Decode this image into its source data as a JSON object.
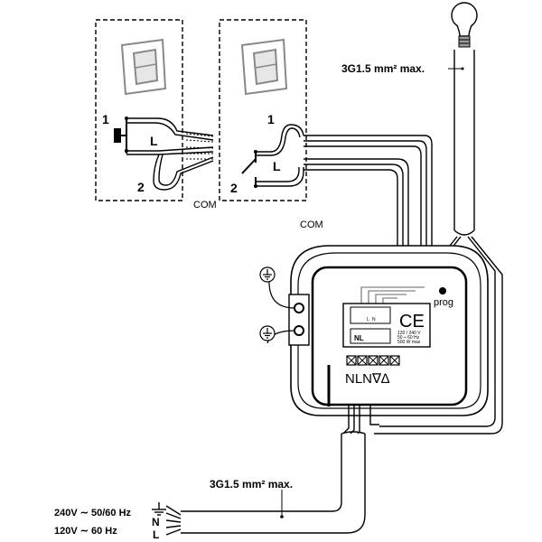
{
  "left_switch": {
    "terminal_1": "1",
    "terminal_l": "L",
    "terminal_2": "2",
    "label": "COM"
  },
  "right_switch": {
    "terminal_1": "1",
    "terminal_l": "L",
    "terminal_2": "2"
  },
  "center_com_label": "COM",
  "lamp_cable_label": "3G1.5 mm² max.",
  "supply_cable_label": "3G1.5 mm² max.",
  "supply": {
    "voltage_1": "240V ∼ 50/60 Hz",
    "voltage_2": "120V ∼ 60 Hz",
    "conductor_n": "N",
    "conductor_l": "L"
  },
  "module": {
    "prog_label": "prog",
    "ce_mark": "CE",
    "terminal_codes": "NL",
    "bottom_terminals": "NLN∇∆",
    "spec_line_1": "120 / 240 V",
    "spec_line_2": "50 ÷ 60 Hz",
    "spec_line_3": "500 W max",
    "tiny_l": "L",
    "tiny_n": "N"
  }
}
